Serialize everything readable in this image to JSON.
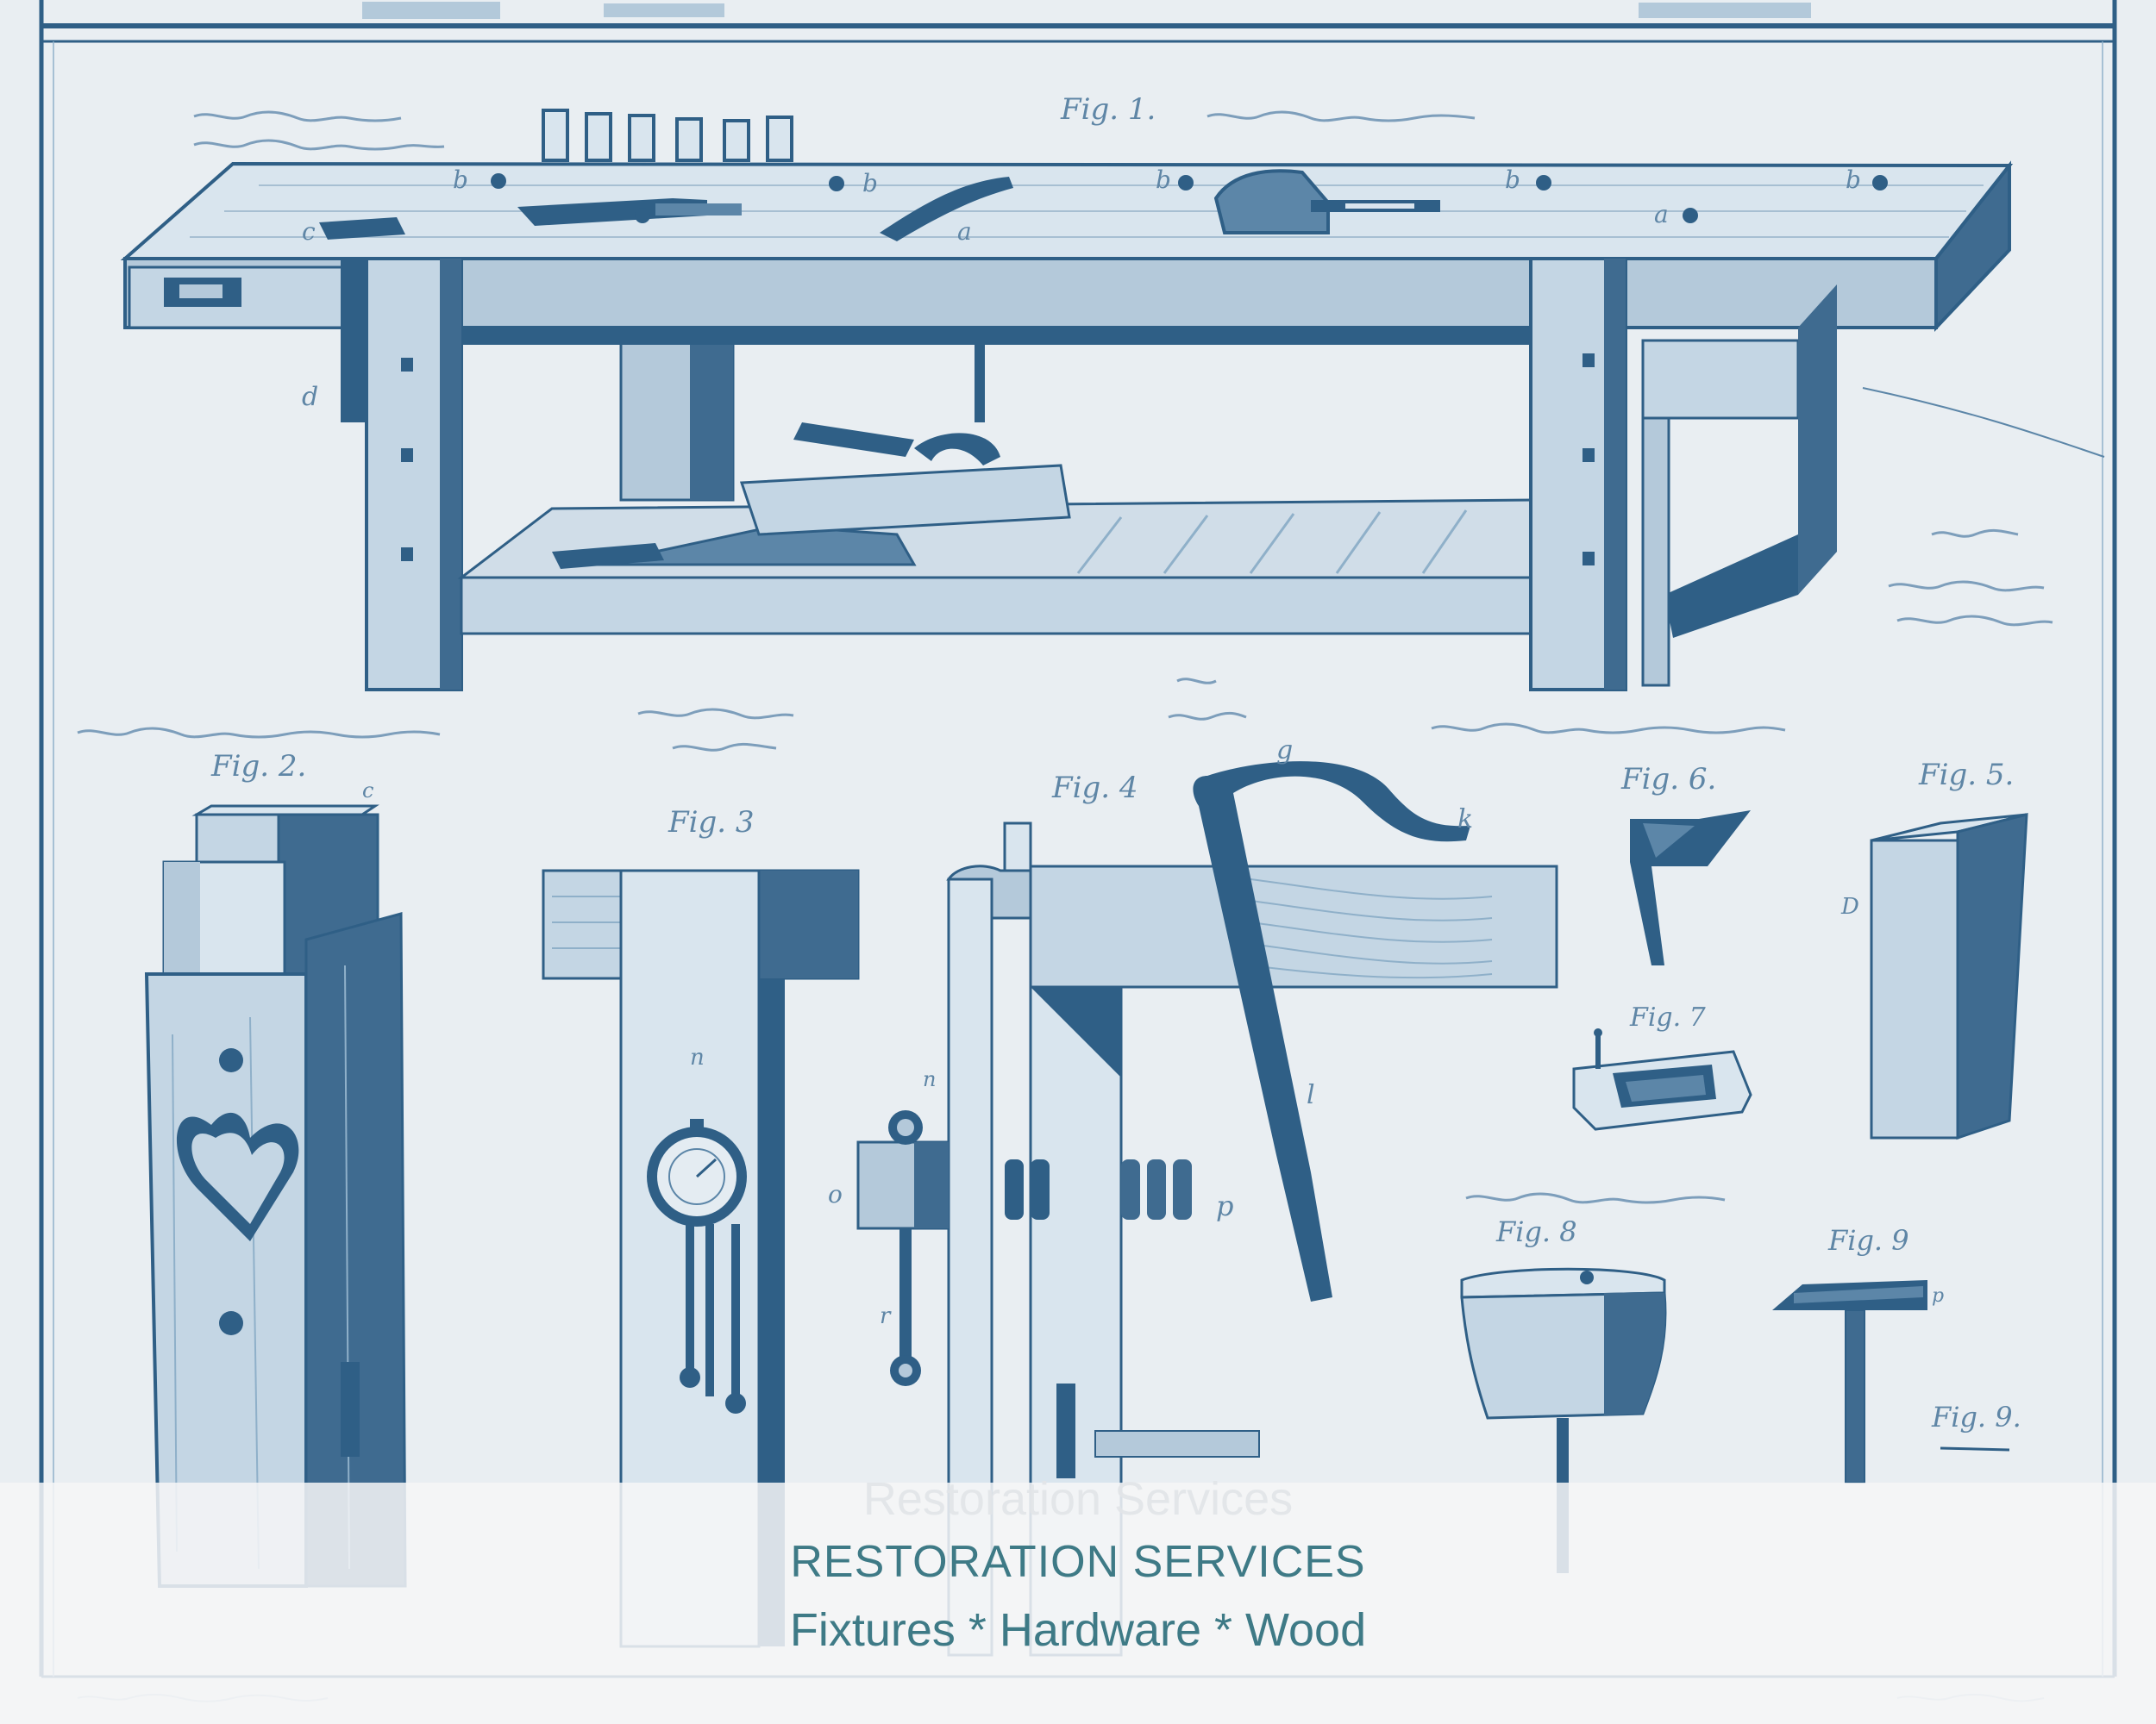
{
  "colors": {
    "paper": "#e9eef2",
    "ink": "#2f5f86",
    "ink_light": "#8fb0c9",
    "ink_faint": "#b9cbd9",
    "caption_text": "#3e7a86"
  },
  "plate": {
    "labels": {
      "fig_1": "Fig. 1.",
      "fig_2": "Fig. 2.",
      "fig_3": "Fig. 3",
      "fig_4": "Fig. 4",
      "fig_5": "Fig. 5.",
      "fig_6": "Fig. 6.",
      "fig_7": "Fig. 7",
      "fig_8": "Fig. 8",
      "fig_9": "Fig. 9",
      "fig_9_lower": "Fig. 9.",
      "letter_a": "a",
      "letter_b": "b",
      "letter_c": "c",
      "letter_d": "d",
      "letter_g": "g",
      "letter_k": "k",
      "letter_l": "l",
      "letter_n": "n",
      "letter_o": "o",
      "letter_p": "p",
      "letter_r": "r",
      "letter_D": "D"
    }
  },
  "caption": {
    "ghost": "Restoration Services",
    "title": "RESTORATION SERVICES",
    "subtitle": "Fixtures * Hardware * Wood"
  }
}
